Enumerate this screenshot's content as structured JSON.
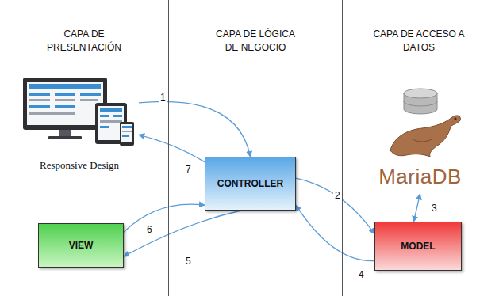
{
  "diagram": {
    "nodes": [
      {
        "text": [
          "CAPA DE PRESENTACIÓN"
        ]
      },
      {
        "text": [
          "CAPA DE LÓGICA DE NEGOCIO"
        ]
      },
      {
        "text": [
          "CAPA DE ACCESO A DATOS"
        ]
      },
      {
        "text": [
          "Responsive Design"
        ],
        "in": 0
      },
      {
        "text": [
          "VIEW"
        ],
        "in": 0
      },
      {
        "text": [
          "CONTROLLER"
        ],
        "in": 1
      },
      {
        "text": [
          "MariaDB"
        ],
        "in": 2
      },
      {
        "text": [
          "MODEL"
        ],
        "in": 2
      }
    ],
    "edges": [
      {
        "from": 3,
        "to": 5,
        "label": "1",
        "arrow": "to"
      },
      {
        "from": 5,
        "to": 3,
        "label": "7",
        "arrow": "to"
      },
      {
        "from": 5,
        "to": 7,
        "label": "2",
        "arrow": "to"
      },
      {
        "from": 6,
        "to": 7,
        "label": "3",
        "arrow": "both"
      },
      {
        "from": 7,
        "to": 5,
        "label": "4",
        "arrow": "to"
      },
      {
        "from": 5,
        "to": 4,
        "label": "5",
        "arrow": "to"
      },
      {
        "from": 4,
        "to": 5,
        "label": "6",
        "arrow": "to"
      }
    ]
  }
}
